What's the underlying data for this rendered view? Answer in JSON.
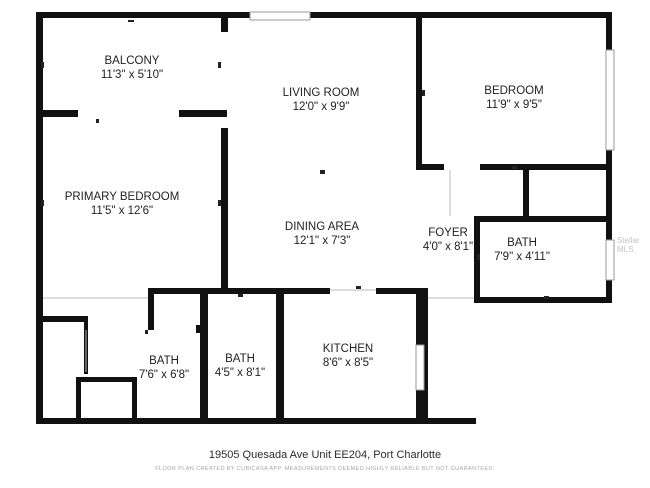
{
  "rooms": [
    {
      "id": "balcony",
      "name": "BALCONY",
      "dims": "11'3\" x 5'10\""
    },
    {
      "id": "living_room",
      "name": "LIVING ROOM",
      "dims": "12'0\" x 9'9\""
    },
    {
      "id": "bedroom",
      "name": "BEDROOM",
      "dims": "11'9\" x 9'5\""
    },
    {
      "id": "primary_bedroom",
      "name": "PRIMARY BEDROOM",
      "dims": "11'5\" x 12'6\""
    },
    {
      "id": "dining_area",
      "name": "DINING AREA",
      "dims": "12'1\" x 7'3\""
    },
    {
      "id": "foyer",
      "name": "FOYER",
      "dims": "4'0\" x 8'1\""
    },
    {
      "id": "bath_right",
      "name": "BATH",
      "dims": "7'9\" x 4'11\""
    },
    {
      "id": "kitchen",
      "name": "KITCHEN",
      "dims": "8'6\" x 8'5\""
    },
    {
      "id": "bath_left",
      "name": "BATH",
      "dims": "7'6\" x 6'8\""
    },
    {
      "id": "bath_middle",
      "name": "BATH",
      "dims": "4'5\" x 8'1\""
    }
  ],
  "address": "19505 Quesada Ave Unit EE204, Port Charlotte",
  "disclaimer": "FLOOR PLAN CREATED BY CUBICASA APP. MEASUREMENTS DEEMED HIGHLY RELIABLE BUT NOT GUARANTEED.",
  "watermark": "Stellar MLS",
  "colors": {
    "walls": "#111111",
    "text": "#222222",
    "background": "#ffffff"
  }
}
